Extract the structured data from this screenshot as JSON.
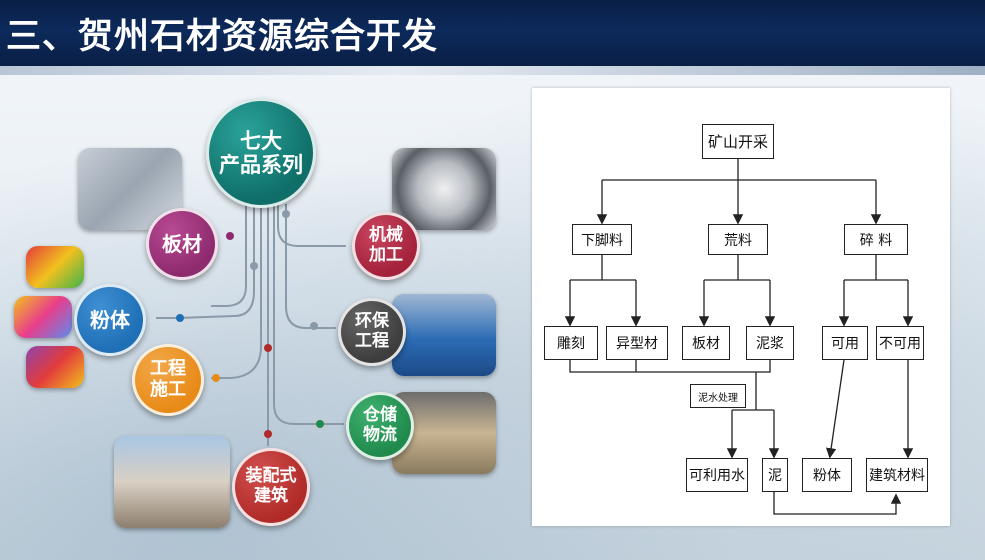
{
  "title": "三、贺州石材资源综合开发",
  "mindmap": {
    "center": "七大\n产品系列",
    "nodes": {
      "slab": "板材",
      "powder": "粉体",
      "engineering": "工程\n施工",
      "prefab": "装配式\n建筑",
      "machining": "机械\n加工",
      "environment": "环保\n工程",
      "storage": "仓储\n物流"
    },
    "colors": {
      "center": "#0f6e68",
      "slab": "#8e2a6e",
      "powder": "#1e6fb5",
      "engineering": "#e88a17",
      "prefab": "#b02a28",
      "machining": "#a3213b",
      "environment": "#3d3d3d",
      "storage": "#1f8a4c"
    }
  },
  "flowchart": {
    "root": "矿山开采",
    "level1": [
      "下脚料",
      "荒料",
      "碎 料"
    ],
    "level2": [
      "雕刻",
      "异型材",
      "板材",
      "泥浆",
      "可用",
      "不可用"
    ],
    "note": "泥水处理",
    "bottom": [
      "可利用水",
      "泥",
      "粉体",
      "建筑材料"
    ]
  }
}
